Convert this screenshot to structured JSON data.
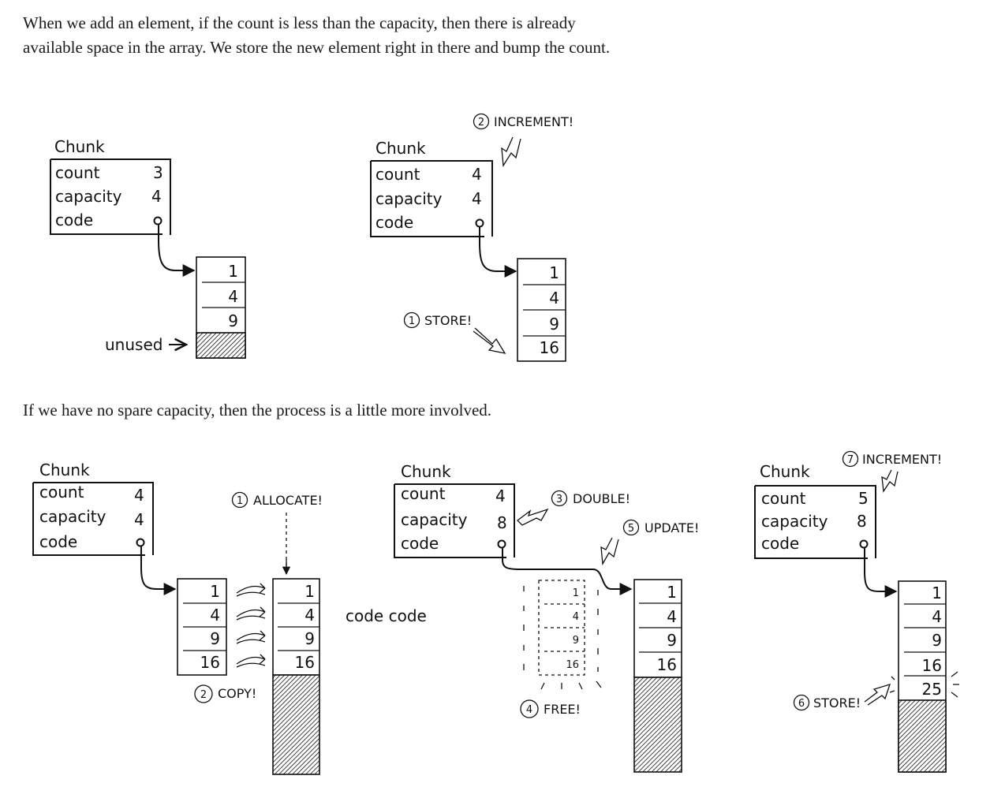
{
  "paragraphs": {
    "first": "When we add an element, if the count is less than the capacity, then there is already available space in the array. We store the new element right in there and bump the count.",
    "second": "If we have no spare capacity, then the process is a little more involved."
  },
  "diagram_top": {
    "before": {
      "title": "Chunk",
      "fields": [
        {
          "name": "count",
          "value": "3"
        },
        {
          "name": "capacity",
          "value": "4"
        },
        {
          "name": "code",
          "value": ""
        }
      ],
      "array": [
        "1",
        "4",
        "9",
        ""
      ],
      "unused_label": "unused"
    },
    "after": {
      "title": "Chunk",
      "fields": [
        {
          "name": "count",
          "value": "4"
        },
        {
          "name": "capacity",
          "value": "4"
        },
        {
          "name": "code",
          "value": ""
        }
      ],
      "array": [
        "1",
        "4",
        "9",
        "16"
      ],
      "steps": {
        "store": {
          "number": "1",
          "label": "STORE!"
        },
        "increment": {
          "number": "2",
          "label": "INCREMENT!"
        }
      }
    }
  },
  "diagram_bottom": {
    "stage1": {
      "title": "Chunk",
      "fields": [
        {
          "name": "count",
          "value": "4"
        },
        {
          "name": "capacity",
          "value": "4"
        },
        {
          "name": "code",
          "value": ""
        }
      ],
      "old_array": [
        "1",
        "4",
        "9",
        "16"
      ],
      "new_array": [
        "1",
        "4",
        "9",
        "16"
      ],
      "steps": {
        "allocate": {
          "number": "1",
          "label": "ALLOCATE!"
        },
        "copy": {
          "number": "2",
          "label": "COPY!"
        }
      }
    },
    "middle_text": "code code",
    "stage2": {
      "title": "Chunk",
      "fields": [
        {
          "name": "count",
          "value": "4"
        },
        {
          "name": "capacity",
          "value": "8"
        },
        {
          "name": "code",
          "value": ""
        }
      ],
      "freed_array": [
        "1",
        "4",
        "9",
        "16"
      ],
      "new_array": [
        "1",
        "4",
        "9",
        "16"
      ],
      "steps": {
        "double": {
          "number": "3",
          "label": "DOUBLE!"
        },
        "free": {
          "number": "4",
          "label": "FREE!"
        },
        "update": {
          "number": "5",
          "label": "UPDATE!"
        }
      }
    },
    "stage3": {
      "title": "Chunk",
      "fields": [
        {
          "name": "count",
          "value": "5"
        },
        {
          "name": "capacity",
          "value": "8"
        },
        {
          "name": "code",
          "value": ""
        }
      ],
      "array": [
        "1",
        "4",
        "9",
        "16",
        "25"
      ],
      "steps": {
        "store": {
          "number": "6",
          "label": "STORE!"
        },
        "increment": {
          "number": "7",
          "label": "INCREMENT!"
        }
      }
    }
  }
}
